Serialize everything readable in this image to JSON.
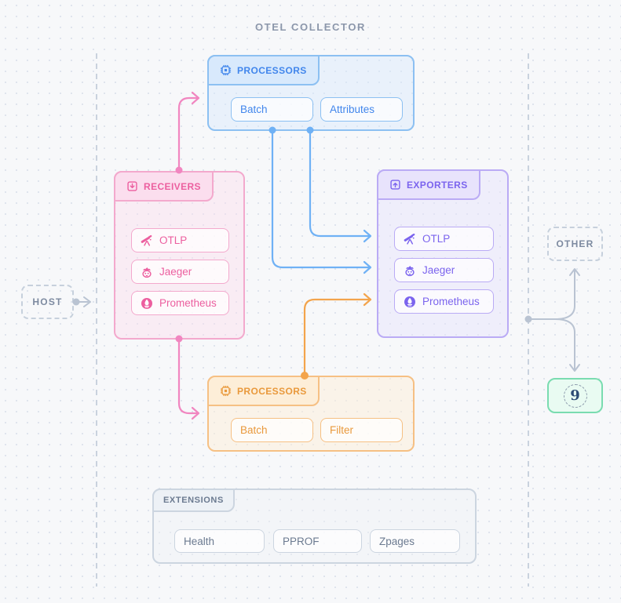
{
  "title": "OTEL COLLECTOR",
  "palette": {
    "blue": "#4186ec",
    "pink": "#ec5f9f",
    "purple": "#7b64ee",
    "orange": "#e9993c",
    "slate": "#6b7a90",
    "green_border": "#7adcb0",
    "connector_gray": "#b9c3d2",
    "nine_navy": "#2c4a74"
  },
  "boxes": {
    "processors_top": {
      "label": "PROCESSORS",
      "icon": "cpu-icon",
      "items": [
        "Batch",
        "Attributes"
      ]
    },
    "receivers": {
      "label": "RECEIVERS",
      "icon": "box-arrow-down-icon",
      "items": [
        {
          "icon": "telescope-icon",
          "label": "OTLP"
        },
        {
          "icon": "jaeger-mascot-icon",
          "label": "Jaeger"
        },
        {
          "icon": "prometheus-torch-icon",
          "label": "Prometheus"
        }
      ]
    },
    "exporters": {
      "label": "EXPORTERS",
      "icon": "box-arrow-up-icon",
      "items": [
        {
          "icon": "telescope-icon",
          "label": "OTLP"
        },
        {
          "icon": "jaeger-mascot-icon",
          "label": "Jaeger"
        },
        {
          "icon": "prometheus-torch-icon",
          "label": "Prometheus"
        }
      ]
    },
    "processors_bottom": {
      "label": "PROCESSORS",
      "icon": "cpu-icon",
      "items": [
        "Batch",
        "Filter"
      ]
    },
    "extensions": {
      "label": "EXTENSIONS",
      "items": [
        "Health",
        "PPROF",
        "Zpages"
      ]
    }
  },
  "external": {
    "host": {
      "label": "HOST"
    },
    "other": {
      "label": "OTHER"
    },
    "nine": {
      "label": "9"
    }
  }
}
